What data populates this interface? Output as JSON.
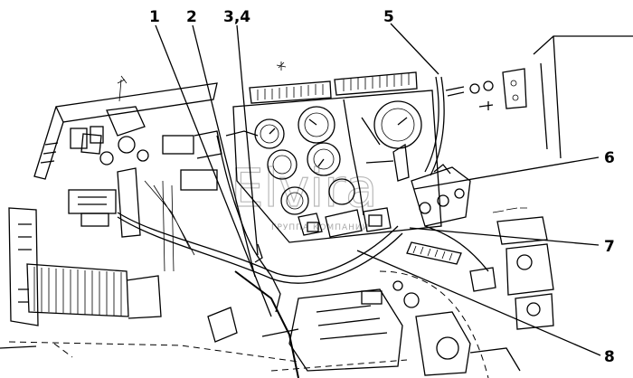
{
  "callouts": [
    {
      "id": "1",
      "label": "1"
    },
    {
      "id": "2",
      "label": "2"
    },
    {
      "id": "3-4",
      "label": "3,4"
    },
    {
      "id": "5",
      "label": "5"
    },
    {
      "id": "6",
      "label": "6"
    },
    {
      "id": "7",
      "label": "7"
    },
    {
      "id": "8",
      "label": "8"
    }
  ],
  "watermark": {
    "brand": "Elvira",
    "caption": "ГРУППА КОМПАНИЙ"
  }
}
